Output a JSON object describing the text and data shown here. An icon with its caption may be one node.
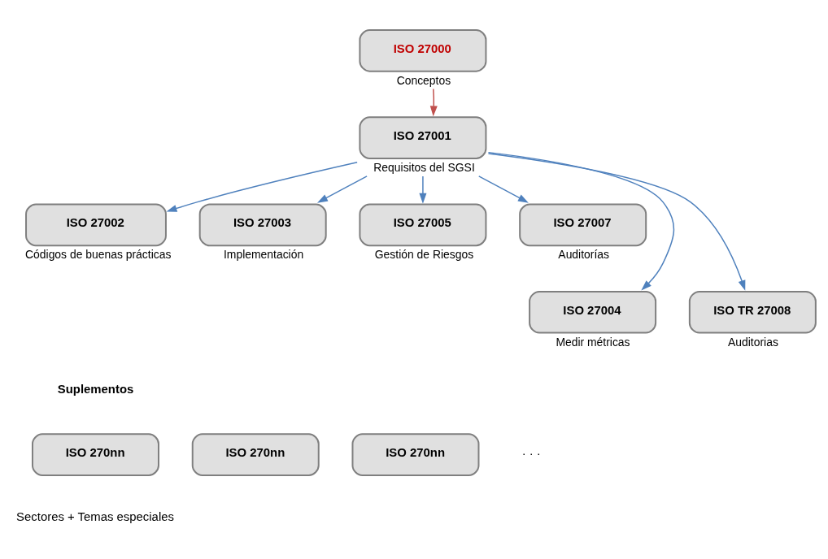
{
  "diagram": {
    "nodes": [
      {
        "text": [
          "ISO 27000"
        ],
        "beside": [
          "Conceptos"
        ]
      },
      {
        "text": [
          "ISO 27001"
        ],
        "beside": [
          "Requisitos del SGSI"
        ]
      },
      {
        "text": [
          "ISO 27002"
        ],
        "beside": [
          "Códigos de buenas prácticas"
        ]
      },
      {
        "text": [
          "ISO 27003"
        ],
        "beside": [
          "Implementación"
        ]
      },
      {
        "text": [
          "ISO 27005"
        ],
        "beside": [
          "Gestión de Riesgos"
        ]
      },
      {
        "text": [
          "ISO 27007"
        ],
        "beside": [
          "Auditorías"
        ]
      },
      {
        "text": [
          "ISO 27004"
        ],
        "beside": [
          "Medir métricas"
        ]
      },
      {
        "text": [
          "ISO TR 27008"
        ],
        "beside": [
          "Auditorias"
        ]
      },
      {
        "text": [
          "ISO 270nn"
        ]
      },
      {
        "text": [
          "ISO 270nn"
        ]
      },
      {
        "text": [
          "ISO 270nn"
        ]
      }
    ],
    "edges": [
      {
        "from": 0,
        "to": 1,
        "arrow": "to",
        "color": "#c0504d"
      },
      {
        "from": 1,
        "to": 2,
        "arrow": "to"
      },
      {
        "from": 1,
        "to": 3,
        "arrow": "to"
      },
      {
        "from": 1,
        "to": 6,
        "arrow": "to"
      },
      {
        "from": 1,
        "to": 4,
        "arrow": "to"
      },
      {
        "from": 1,
        "to": 5,
        "arrow": "to"
      },
      {
        "from": 1,
        "to": 7,
        "arrow": "to"
      }
    ],
    "labels": [
      "Suplementos",
      "Sectores + Temas especiales",
      "· · ·"
    ]
  }
}
